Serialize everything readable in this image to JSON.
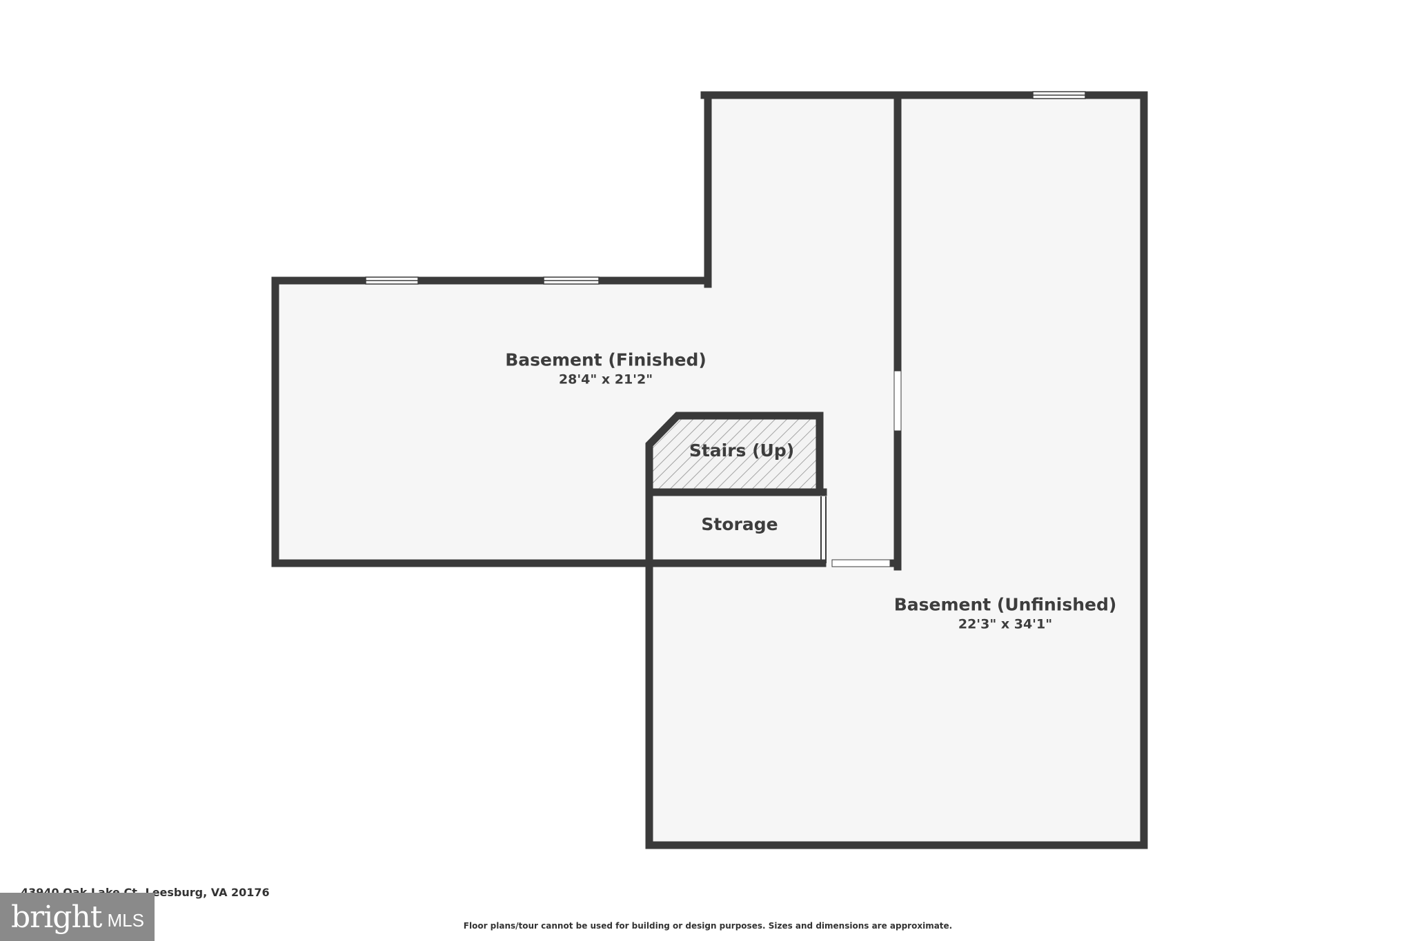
{
  "rooms": {
    "finished": {
      "name": "Basement (Finished)",
      "dims": "28'4\" x 21'2\""
    },
    "stairs": {
      "name": "Stairs (Up)"
    },
    "storage": {
      "name": "Storage"
    },
    "unfinished": {
      "name": "Basement (Unfinished)",
      "dims": "22'3\" x 34'1\""
    }
  },
  "footer": {
    "address": "43940 Oak Lake Ct, Leesburg, VA 20176",
    "disclaimer": "Floor plans/tour cannot be used for building or design purposes. Sizes and dimensions are approximate."
  },
  "logo": {
    "brand": "bright",
    "sub": "MLS"
  },
  "colors": {
    "wall": "#3a3a3a",
    "floor": "#f6f6f6",
    "background": "#ffffff",
    "logo_bg": "#8a8a8a"
  }
}
